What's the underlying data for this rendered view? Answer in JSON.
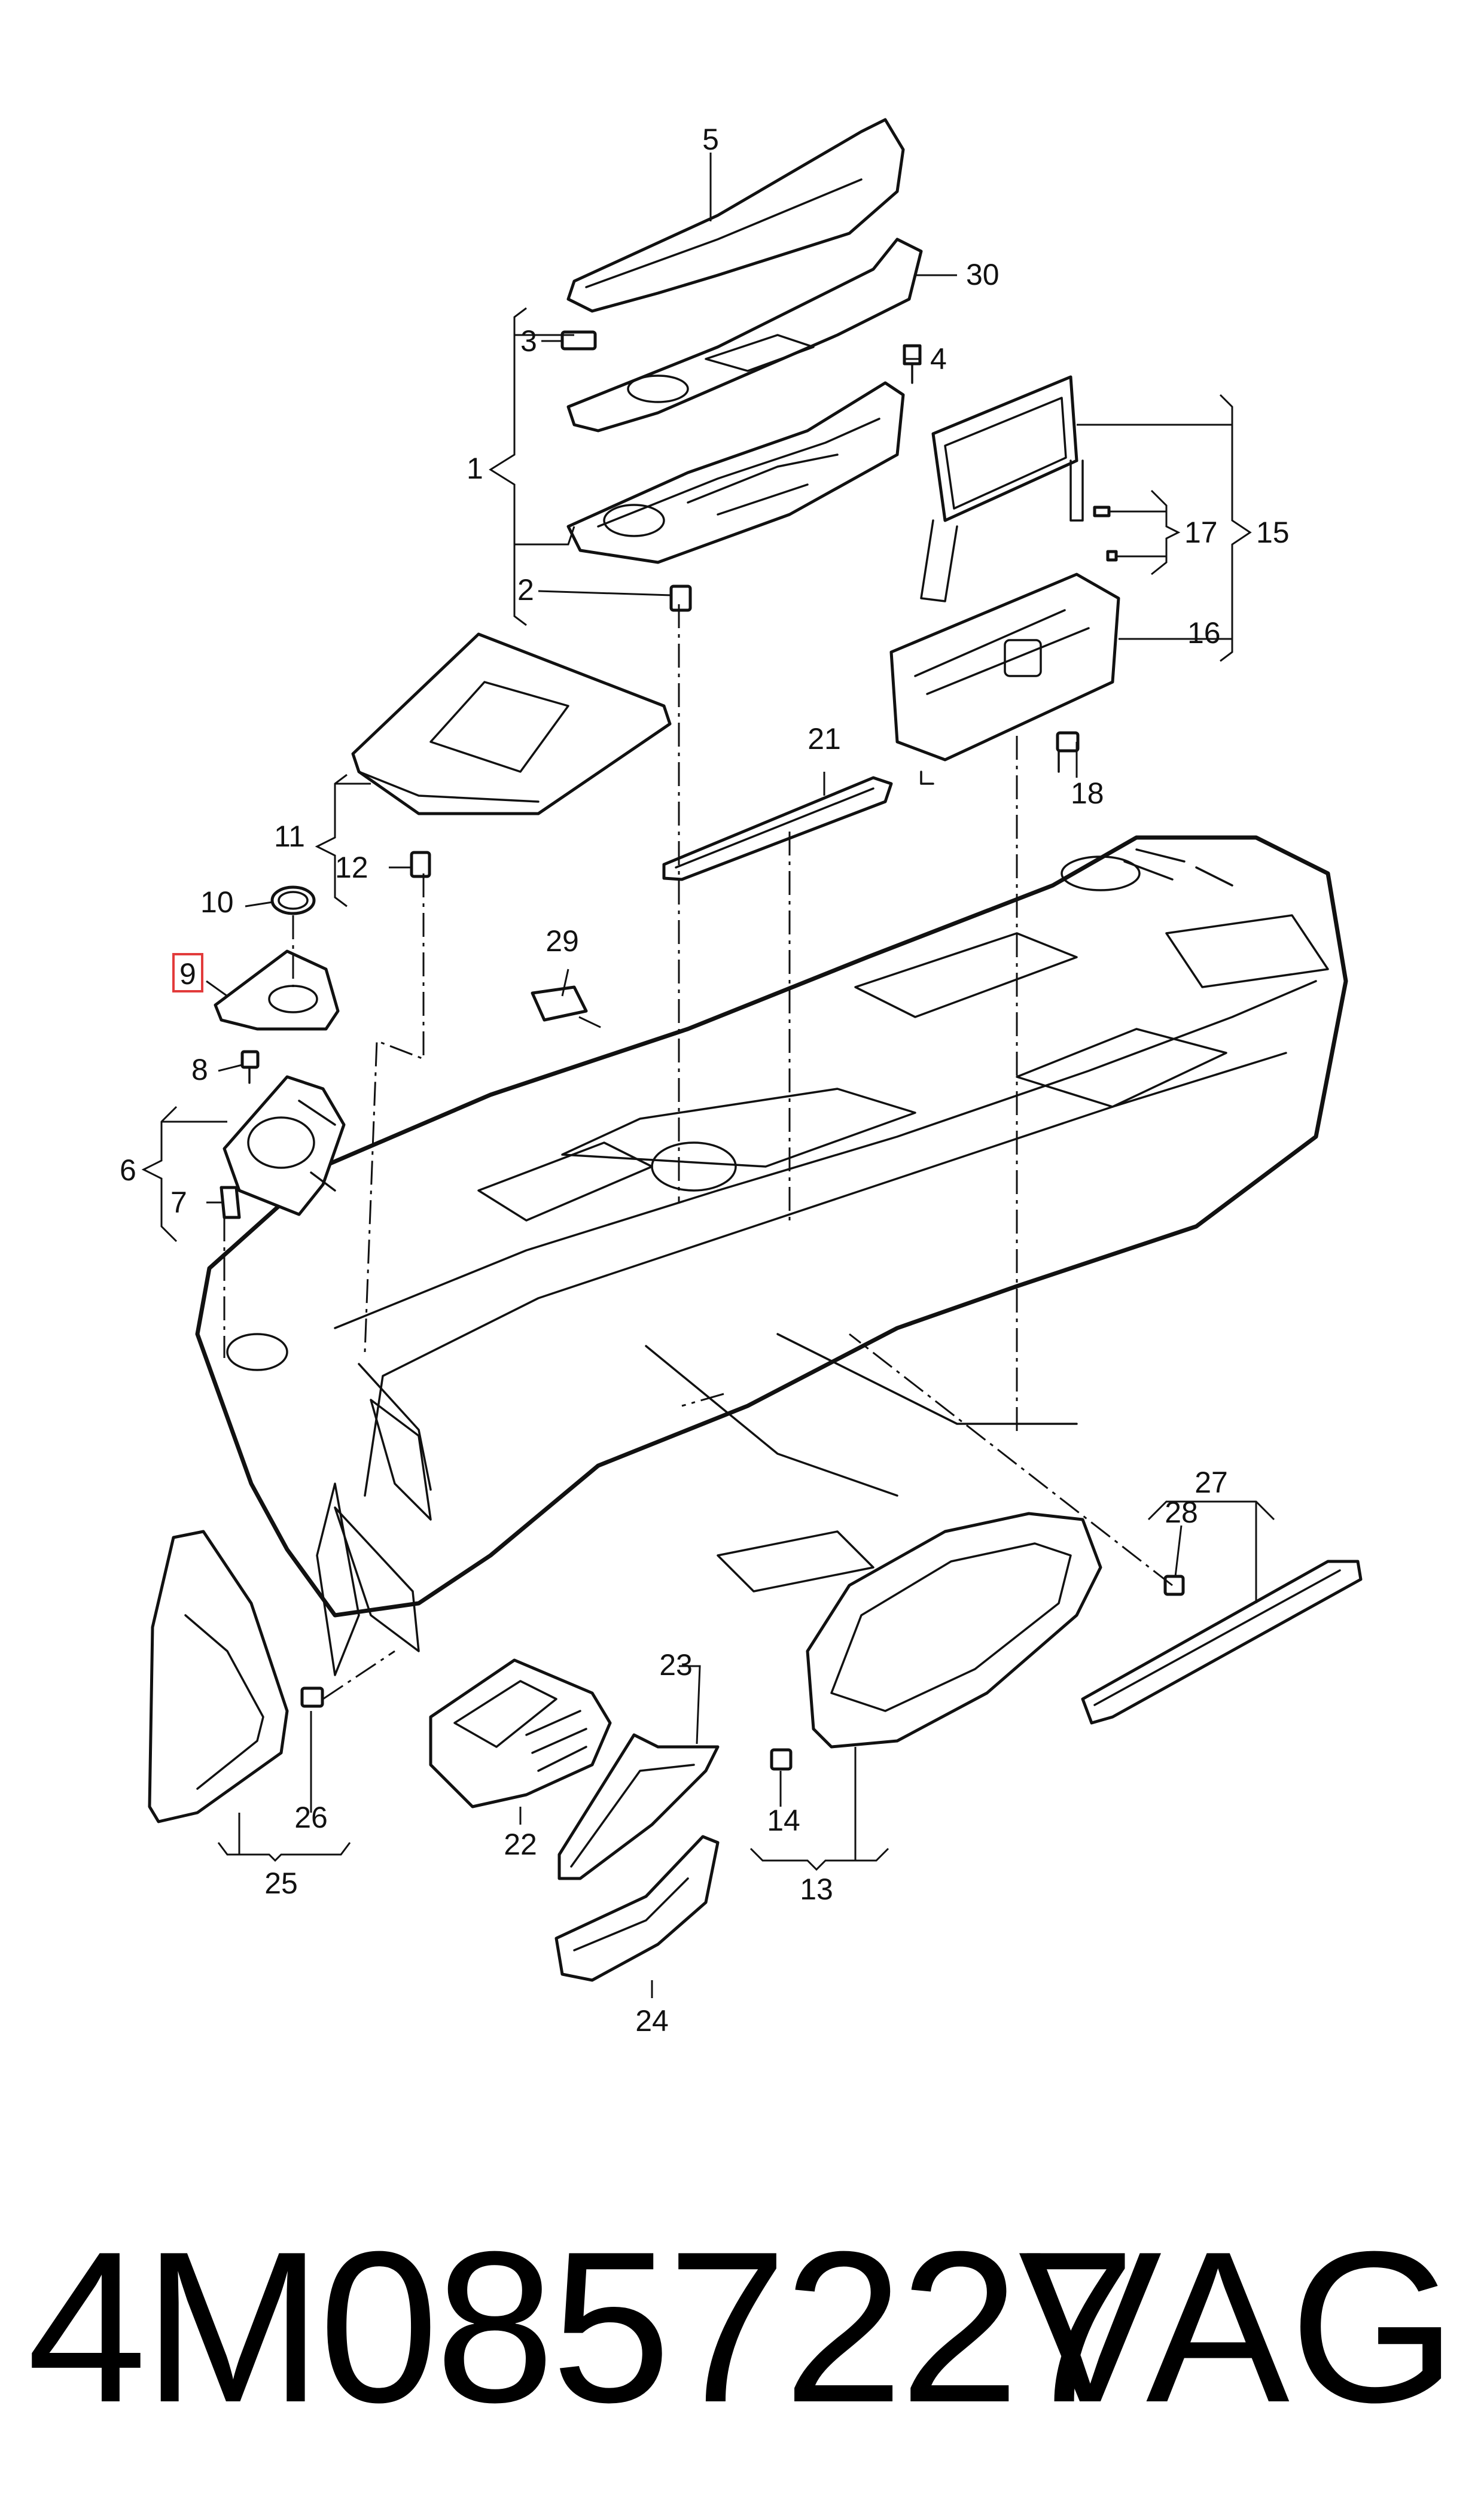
{
  "diagram": {
    "callouts": [
      {
        "id": "5",
        "text": "5"
      },
      {
        "id": "30",
        "text": "30"
      },
      {
        "id": "3",
        "text": "3"
      },
      {
        "id": "4",
        "text": "4"
      },
      {
        "id": "1",
        "text": "1"
      },
      {
        "id": "2",
        "text": "2"
      },
      {
        "id": "15",
        "text": "15"
      },
      {
        "id": "17",
        "text": "17"
      },
      {
        "id": "16",
        "text": "16"
      },
      {
        "id": "18",
        "text": "18"
      },
      {
        "id": "21",
        "text": "21"
      },
      {
        "id": "11",
        "text": "11"
      },
      {
        "id": "12",
        "text": "12"
      },
      {
        "id": "10",
        "text": "10"
      },
      {
        "id": "29",
        "text": "29"
      },
      {
        "id": "9",
        "text": "9",
        "highlighted": true
      },
      {
        "id": "8",
        "text": "8"
      },
      {
        "id": "6",
        "text": "6"
      },
      {
        "id": "7",
        "text": "7"
      },
      {
        "id": "27",
        "text": "27"
      },
      {
        "id": "28",
        "text": "28"
      },
      {
        "id": "23",
        "text": "23"
      },
      {
        "id": "26",
        "text": "26"
      },
      {
        "id": "25",
        "text": "25"
      },
      {
        "id": "22",
        "text": "22"
      },
      {
        "id": "14",
        "text": "14"
      },
      {
        "id": "13",
        "text": "13"
      },
      {
        "id": "24",
        "text": "24"
      }
    ],
    "highlight_color": "#e23b3b"
  },
  "footer": {
    "part_number": "4M0857227",
    "brand": "VAG"
  }
}
